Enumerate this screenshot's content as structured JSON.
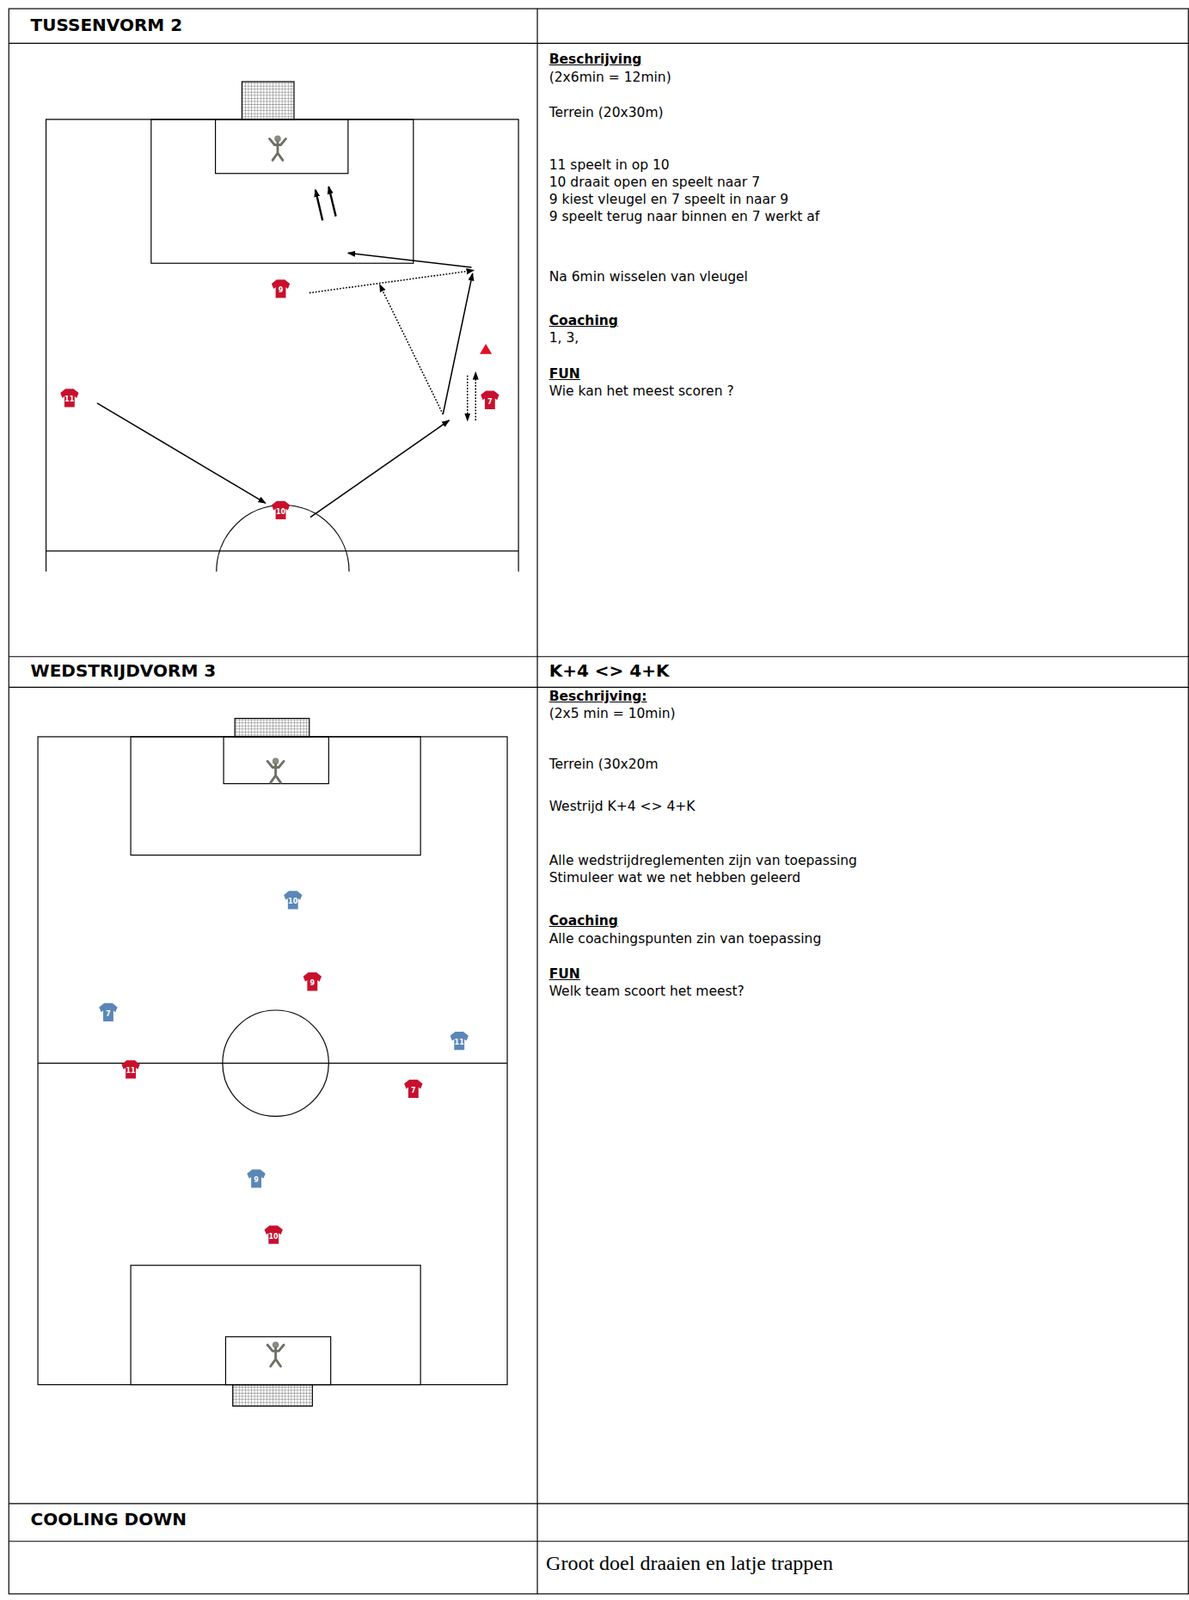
{
  "diagram": {
    "labels": [
      "TUSSENVORM 2",
      "9",
      "11",
      "10",
      "7",
      "Beschrijving",
      "(2x6min = 12min)",
      "Terrein (20x30m)",
      "11 speelt in op 10",
      "10 draait open en speelt naar 7",
      "9 kiest vleugel en 7 speelt in naar 9",
      "9 speelt terug naar binnen en 7 werkt af",
      "Na 6min wisselen van vleugel",
      "Coaching",
      "1, 3,",
      "FUN",
      "Wie kan het meest scoren ?",
      "WEDSTRIJDVORM 3",
      "K+4 <> 4+K",
      "10",
      "9",
      "7",
      "11",
      "11",
      "7",
      "9",
      "10",
      "Beschrijving:",
      "(2x5 min = 10min)",
      "Terrein (30x20m",
      "Westrijd K+4 <> 4+K",
      "Alle wedstrijdreglementen zijn van toepassing",
      "Stimuleer wat we net hebben geleerd",
      "Coaching",
      "Alle coachingspunten zin van toepassing",
      "FUN",
      "Welk team scoort het meest?",
      "COOLING DOWN",
      "Groot doel draaien en latje trappen"
    ]
  }
}
